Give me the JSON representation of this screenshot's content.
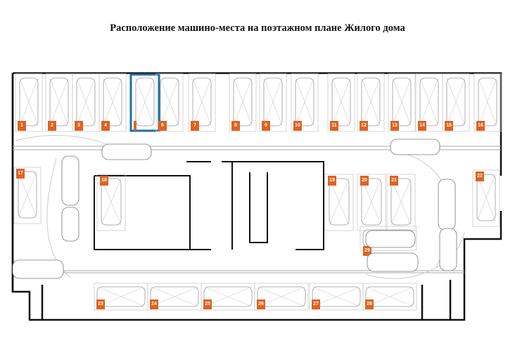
{
  "title": "Расположение машино-места на поэтажном плане Жилого дома",
  "highlighted_spot": "5",
  "colors": {
    "spot_label": "#e0621f",
    "highlight": "#1a6fa8",
    "wall": "#111111",
    "line": "#9a9a9a"
  },
  "spots": {
    "top_row": [
      "1",
      "2",
      "3",
      "4",
      "5",
      "6",
      "7",
      "8",
      "9",
      "10",
      "11",
      "12",
      "13",
      "14",
      "15",
      "16"
    ],
    "middle": [
      "17",
      "18",
      "19",
      "20",
      "21",
      "22",
      "29"
    ],
    "bottom_row": [
      "23",
      "24",
      "25",
      "26",
      "27",
      "28"
    ]
  }
}
